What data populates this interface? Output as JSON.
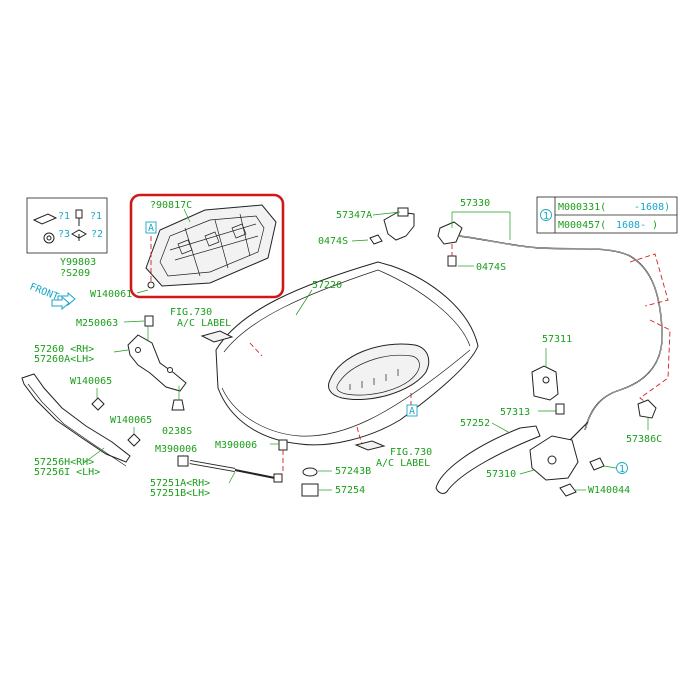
{
  "labels": {
    "p90817c": "?90817C",
    "a_box1": "A",
    "w140061": "W140061",
    "front": "FRONT",
    "y99803": "Y99803",
    "s209": "?S209",
    "q1a": "?1",
    "q1b": "?1",
    "q3": "?3",
    "q2": "?2",
    "p57347a": "57347A",
    "p0474s_a": "0474S",
    "p57330": "57330",
    "p0474s_b": "0474S",
    "m000331": "M000331(",
    "m000331_range": "-1608)",
    "m000457": "M000457(",
    "m000457_range": "1608-",
    "m000457_close": ")",
    "circle1_a": "1",
    "p57220": "57220",
    "fig730_a": "FIG.730",
    "ac_label_a": "A/C  LABEL",
    "m250063": "M250063",
    "p57260_rh": "57260 <RH>",
    "p57260a_lh": "57260A<LH>",
    "w140065_a": "W140065",
    "w140065_b": "W140065",
    "p57256h": "57256H<RH>",
    "p57256i": "57256I <LH>",
    "p0238s": "0238S",
    "m390006_a": "M390006",
    "m390006_b": "M390006",
    "p57251a": "57251A<RH>",
    "p57251b": "57251B<LH>",
    "p57243b": "57243B",
    "p57254": "57254",
    "fig730_b": "FIG.730",
    "ac_label_b": "A/C  LABEL",
    "a_box2": "A",
    "p57311": "57311",
    "p57313": "57313",
    "p57386c": "57386C",
    "p57252": "57252",
    "p57310": "57310",
    "w140044": "W140044",
    "circle1_b": "1"
  },
  "colors": {
    "part_number": "#1a9e1a",
    "reference": "#1aa6c8",
    "highlight": "#d01818",
    "linework": "#222222"
  }
}
